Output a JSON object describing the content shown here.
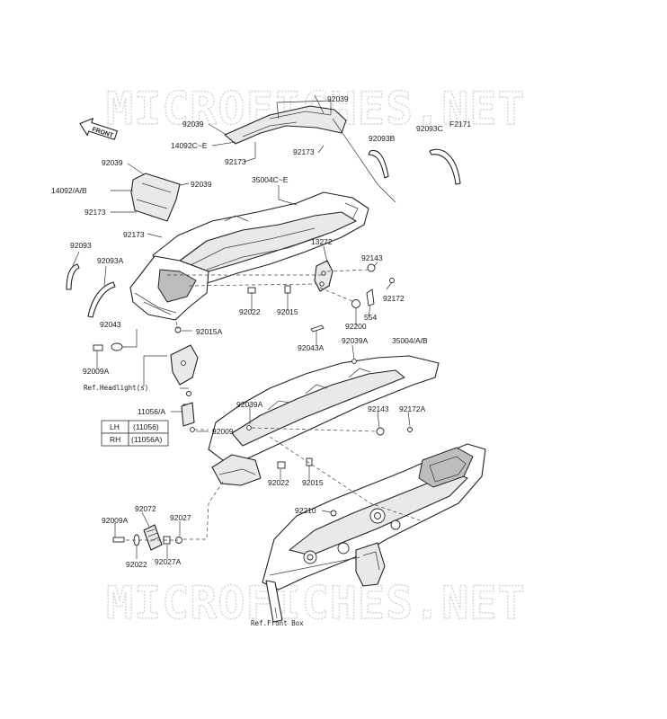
{
  "watermark": "MICROFICHES.NET",
  "figure_id": "F2171",
  "front_label": "FRONT",
  "labels": {
    "p92039_top": "92039",
    "p92039_left": "92039",
    "p14092c_e": "14092C~E",
    "p92173_a": "92173",
    "p92173_b": "92173",
    "p92093b": "92093B",
    "p92093c": "92093C",
    "p92039_l2": "92039",
    "p92039_l3": "92039",
    "p14092ab": "14092/A/B",
    "p92173_c": "92173",
    "p92173_d": "92173",
    "p35004c_e": "35004C~E",
    "p13272": "13272",
    "p92093": "92093",
    "p92093a": "92093A",
    "p92143_a": "92143",
    "p92172": "92172",
    "p92022_a": "92022",
    "p92015_a": "92015",
    "p554": "554",
    "p92200": "92200",
    "p92043": "92043",
    "p92015a": "92015A",
    "p92043a": "92043A",
    "p92039a_a": "92039A",
    "p35004ab": "35004/A/B",
    "p92009a_a": "92009A",
    "ref_headlight": "Ref.Headlight(s)",
    "p92039a_b": "92039A",
    "p92143_b": "92143",
    "p92172a": "92172A",
    "p11056a": "11056/A",
    "p92009": "92009",
    "p92022_b": "92022",
    "p92015_b": "92015",
    "p92210": "92210",
    "p92072": "92072",
    "p92027": "92027",
    "p92009a_b": "92009A",
    "p92022_c": "92022",
    "p92027a": "92027A",
    "ref_frontbox": "Ref.Front Box"
  },
  "side_table": [
    {
      "side": "LH",
      "part": "(11056)"
    },
    {
      "side": "RH",
      "part": "(11056A)"
    }
  ]
}
